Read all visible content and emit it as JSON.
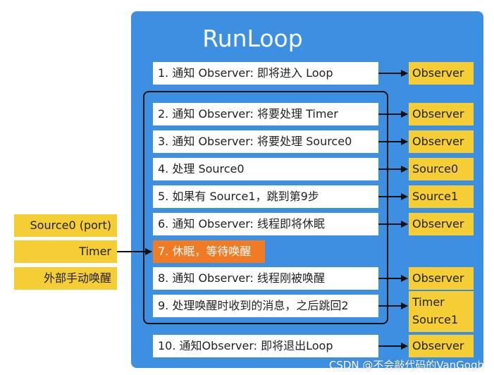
{
  "title": "RunLoop",
  "steps": [
    "1. 通知 Observer: 即将进入 Loop",
    "2. 通知 Observer: 将要处理 Timer",
    "3. 通知 Observer: 将要处理 Source0",
    "4. 处理 Source0",
    "5. 如果有 Source1，跳到第9步",
    "6. 通知 Observer: 线程即将休眠",
    "7. 休眠，等待唤醒",
    "8. 通知 Observer: 线程刚被唤醒",
    "9. 处理唤醒时收到的消息，之后跳回2",
    "10. 通知Observer: 即将退出Loop"
  ],
  "outputs": {
    "o1": "Observer",
    "o2": "Observer",
    "o3": "Observer",
    "o4": "Source0",
    "o5": "Source1",
    "o6": "Observer",
    "o8": "Observer",
    "o9_line1": "Timer",
    "o9_line2": "Source1",
    "o10": "Observer"
  },
  "wake_sources": [
    "Source0 (port)",
    "Timer",
    "外部手动唤醒"
  ],
  "watermark": "CSDN @不会敲代码的VanGogh",
  "colors": {
    "panel": "#3d8fe2",
    "step_box": "#ffffff",
    "output_box": "#f5cd35",
    "sleep_highlight": "#f07b24",
    "frame": "#111111"
  }
}
